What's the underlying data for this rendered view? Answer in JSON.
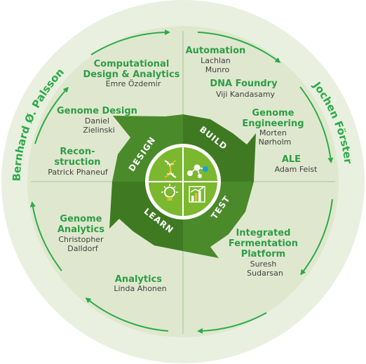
{
  "colors": {
    "outer_ring": "#e9f0e0",
    "inner_disc": "#dfe8cf",
    "line_green": "#2bab47",
    "title_green": "#2e9d44",
    "text_dark": "#404040",
    "arrow_dark": "#4a8a2a",
    "arrow_light": "#5aa02f",
    "hub_green": "#7cb82f",
    "quad_blue": "#1aa0d8",
    "quad_yellow": "#d6c32e"
  },
  "authors": {
    "left": "Bernhard Ø. Palsson",
    "right": "Jochen Förster"
  },
  "cycle": {
    "design": "DESIGN",
    "build": "BUILD",
    "test": "TEST",
    "learn": "LEARN"
  },
  "hub_icons": {
    "design": "dna-icon",
    "build": "molecule-icon",
    "learn": "lightbulb-icon",
    "test": "bar-chart-icon"
  },
  "areas": {
    "computational": {
      "title_lines": [
        "Computational",
        "Design & Analytics"
      ],
      "people": [
        "Emre Özdemir"
      ]
    },
    "genome_design": {
      "title_lines": [
        "Genome Design"
      ],
      "people": [
        "Daniel",
        "Zielinski"
      ]
    },
    "reconstruction": {
      "title_lines": [
        "Recon-",
        "struction"
      ],
      "people": [
        "Patrick Phaneuf"
      ]
    },
    "automation": {
      "title_lines": [
        "Automation"
      ],
      "people": [
        "Lachlan",
        "Munro"
      ]
    },
    "dna_foundry": {
      "title_lines": [
        "DNA Foundry"
      ],
      "people": [
        "Viji Kandasamy"
      ]
    },
    "genome_engineering": {
      "title_lines": [
        "Genome",
        "Engineering"
      ],
      "people": [
        "Morten",
        "Nørholm"
      ]
    },
    "ale": {
      "title_lines": [
        "ALE"
      ],
      "people": [
        "Adam Feist"
      ]
    },
    "genome_analytics": {
      "title_lines": [
        "Genome",
        "Analytics"
      ],
      "people": [
        "Christopher",
        "Dalldorf"
      ]
    },
    "analytics": {
      "title_lines": [
        "Analytics"
      ],
      "people": [
        "Linda Ahonen"
      ]
    },
    "integrated_fermentation": {
      "title_lines": [
        "Integrated",
        "Fermentation",
        "Platform"
      ],
      "people": [
        "Suresh",
        "Sudarsan"
      ]
    }
  }
}
